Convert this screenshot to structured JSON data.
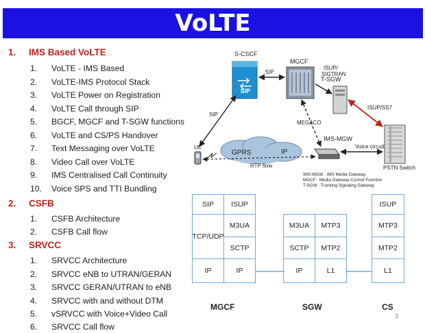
{
  "title": "VoLTE",
  "sections": [
    {
      "num": "1.",
      "label": "IMS Based VoLTE",
      "items": [
        {
          "num": "1.",
          "label": "VoLTE - IMS Based"
        },
        {
          "num": "2.",
          "label": "VoLTE-IMS Protocol Stack"
        },
        {
          "num": "3.",
          "label": "VoLTE Power on Registration"
        },
        {
          "num": "4.",
          "label": "VoLTE Call through SIP"
        },
        {
          "num": "5.",
          "label": "BGCF, MGCF and T-SGW functions"
        },
        {
          "num": "6.",
          "label": "VoLTE and CS/PS Handover"
        },
        {
          "num": "7.",
          "label": "Text Messaging over VoLTE"
        },
        {
          "num": "8.",
          "label": "Video Call over VoLTE"
        },
        {
          "num": "9.",
          "label": "IMS Centralised  Call Continuity"
        },
        {
          "num": "10.",
          "label": "Voice SPS and TTI Bundling"
        }
      ]
    },
    {
      "num": "2.",
      "label": "CSFB",
      "items": [
        {
          "num": "1.",
          "label": "CSFB Architecture"
        },
        {
          "num": "2.",
          "label": "CSFB Call flow"
        }
      ]
    },
    {
      "num": "3.",
      "label": "SRVCC",
      "items": [
        {
          "num": "1.",
          "label": "SRVCC Architecture"
        },
        {
          "num": "2.",
          "label": "SRVCC eNB to UTRAN/GERAN"
        },
        {
          "num": "3.",
          "label": "SRVCC GERAN/UTRAN  to eNB"
        },
        {
          "num": "4.",
          "label": "SRVCC with and without DTM"
        },
        {
          "num": "5.",
          "label": "vSRVCC with Voice+Video  Call"
        },
        {
          "num": "6.",
          "label": "SRVCC Call flow"
        }
      ]
    }
  ],
  "diagram": {
    "nodes": {
      "scscf": "S-CSCF",
      "sip_box": "SIP",
      "mgcf": "MGCF",
      "tsgw": "T-SGW",
      "ims_mgw": "IMS-MGW",
      "pstn": "PSTN Switch",
      "ue": "UE",
      "gprs": "GPRS",
      "ip": "IP"
    },
    "links": {
      "sip_scscf_mgcf": "SIP",
      "sip_ue_scscf": "SIP",
      "isup_sigtran": [
        "ISUP/",
        "SIGTRAN"
      ],
      "isup_ss7": "ISUP/SS7",
      "megaco": "MEGACO",
      "voice_circuit": "Voice circuit",
      "rtp_flow": "RTP flow"
    },
    "legend": [
      "IMS-MGW : IMS Media Gateway",
      "MGCF : Media Gateway Control Function",
      "T-SGW : Trunking Signaling Gateway"
    ],
    "colors": {
      "arrow": "#222222",
      "ss7_arrow": "#c0221c",
      "stack_border": "#6fa8d8"
    }
  },
  "stacks": {
    "mgcf": {
      "label": "MGCF",
      "cells": {
        "sip": "SIP",
        "isup": "ISUP",
        "tcpudp": "TCP/UDP",
        "m3ua": "M3UA",
        "sctp": "SCTP",
        "ip1": "IP",
        "ip2": "IP"
      }
    },
    "sgw": {
      "label": "SGW",
      "cells": {
        "m3ua": "M3UA",
        "mtp3": "MTP3",
        "sctp": "SCTP",
        "mtp2": "MTP2",
        "ip": "IP",
        "l1": "L1"
      }
    },
    "cs": {
      "label": "CS",
      "cells": {
        "isup": "ISUP",
        "mtp3": "MTP3",
        "mtp2": "MTP2",
        "l1": "L1"
      }
    }
  },
  "slide_number": "3"
}
